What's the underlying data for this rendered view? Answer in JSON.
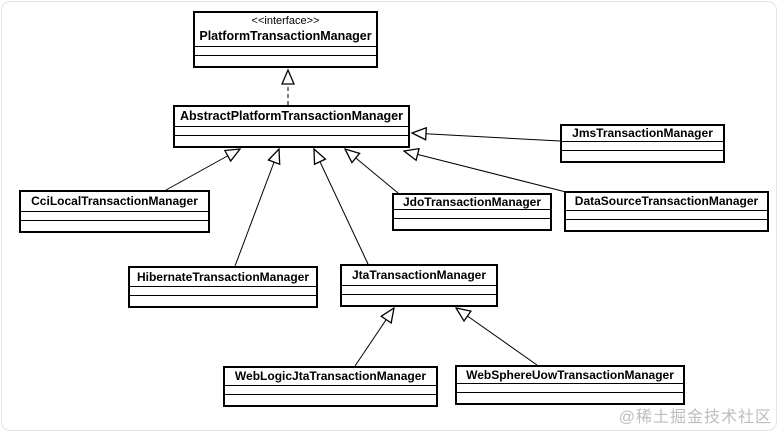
{
  "diagram": {
    "classes": {
      "platform": {
        "stereotype": "<<interface>>",
        "name": "PlatformTransactionManager"
      },
      "abstract": {
        "name": "AbstractPlatformTransactionManager"
      },
      "cci": {
        "name": "CciLocalTransactionManager"
      },
      "jms": {
        "name": "JmsTransactionManager"
      },
      "jdo": {
        "name": "JdoTransactionManager"
      },
      "datasource": {
        "name": "DataSourceTransactionManager"
      },
      "hibernate": {
        "name": "HibernateTransactionManager"
      },
      "jta": {
        "name": "JtaTransactionManager"
      },
      "weblogic": {
        "name": "WebLogicJtaTransactionManager"
      },
      "websphere": {
        "name": "WebSphereUowTransactionManager"
      }
    },
    "relations": [
      {
        "from": "AbstractPlatformTransactionManager",
        "to": "PlatformTransactionManager",
        "type": "realization"
      },
      {
        "from": "CciLocalTransactionManager",
        "to": "AbstractPlatformTransactionManager",
        "type": "generalization"
      },
      {
        "from": "HibernateTransactionManager",
        "to": "AbstractPlatformTransactionManager",
        "type": "generalization"
      },
      {
        "from": "JtaTransactionManager",
        "to": "AbstractPlatformTransactionManager",
        "type": "generalization"
      },
      {
        "from": "JdoTransactionManager",
        "to": "AbstractPlatformTransactionManager",
        "type": "generalization"
      },
      {
        "from": "DataSourceTransactionManager",
        "to": "AbstractPlatformTransactionManager",
        "type": "generalization"
      },
      {
        "from": "JmsTransactionManager",
        "to": "AbstractPlatformTransactionManager",
        "type": "generalization"
      },
      {
        "from": "WebLogicJtaTransactionManager",
        "to": "JtaTransactionManager",
        "type": "generalization"
      },
      {
        "from": "WebSphereUowTransactionManager",
        "to": "JtaTransactionManager",
        "type": "generalization"
      }
    ],
    "colors": {
      "line": "#000000",
      "box_background": "#ffffff",
      "watermark": "#bdbdbd"
    }
  },
  "watermark": {
    "text": "@稀土掘金技术社区"
  }
}
